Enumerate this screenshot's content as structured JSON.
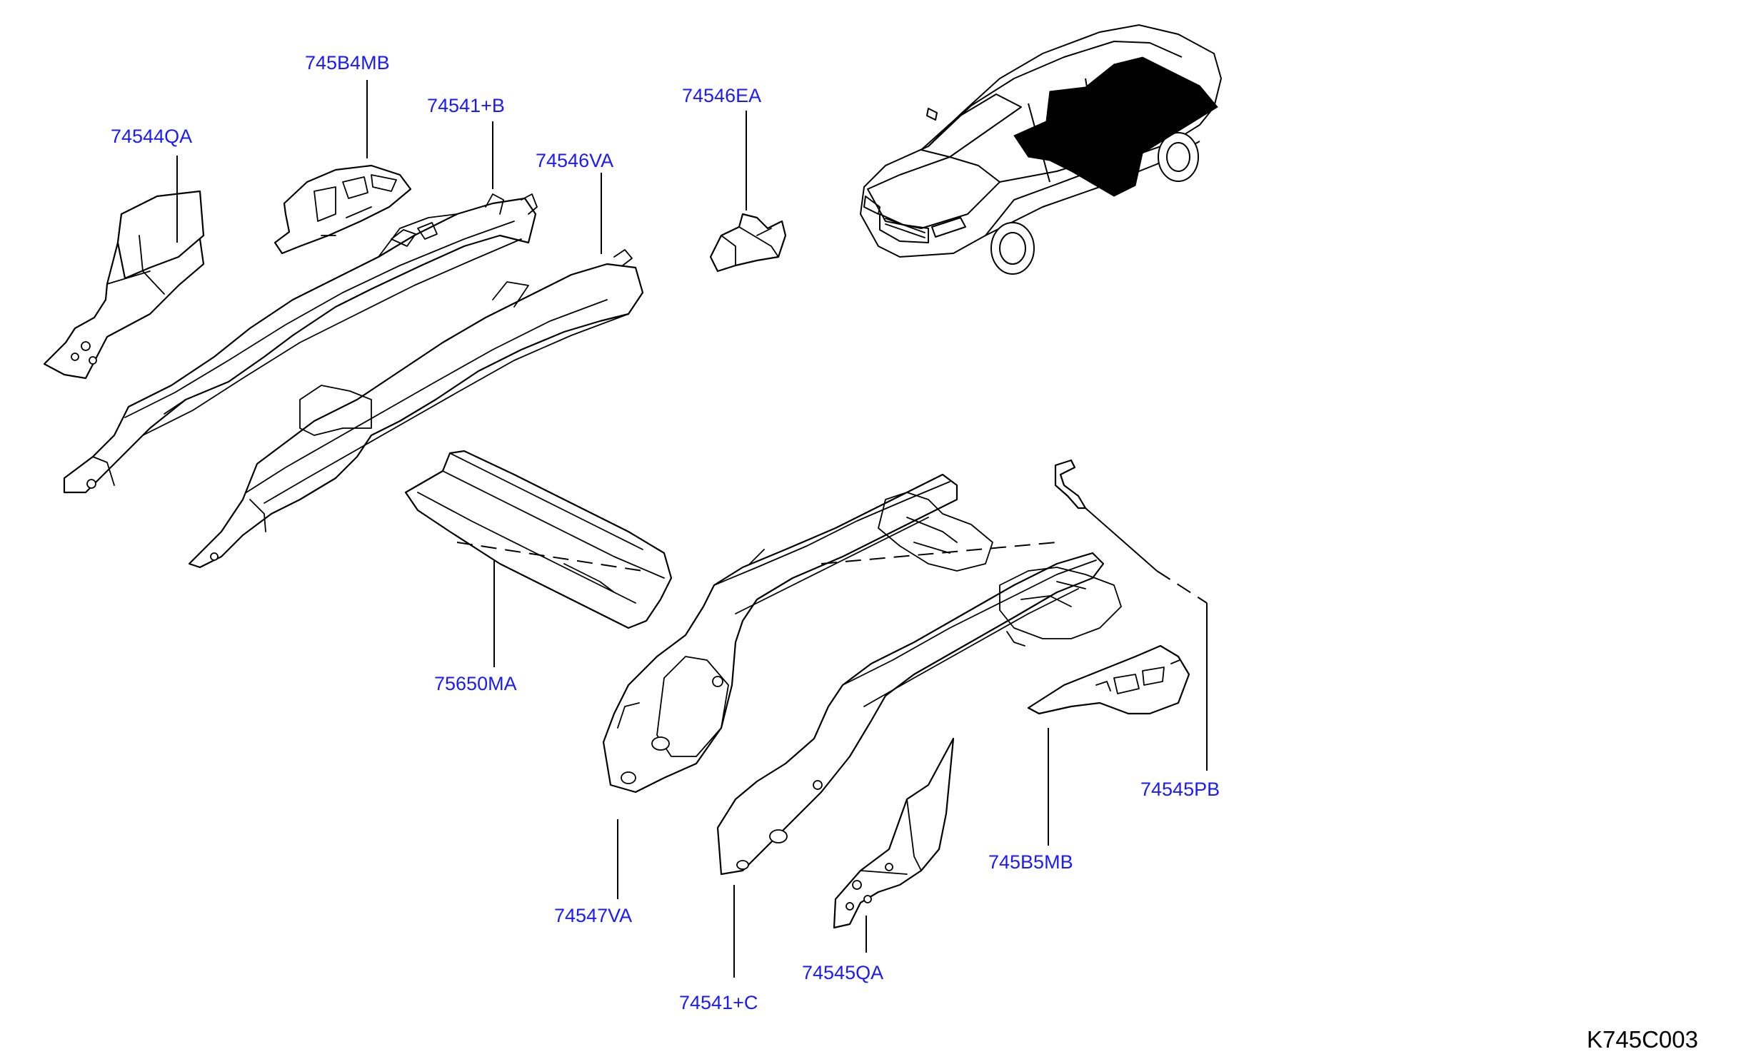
{
  "colors": {
    "callout_text": "#1a1aff",
    "line": "#000000",
    "background": "#ffffff",
    "floor_highlight": "#000000"
  },
  "callouts": {
    "p_74544QA": "74544QA",
    "p_745B4MB": "745B4MB",
    "p_74541B": "74541+B",
    "p_74546VA": "74546VA",
    "p_74546EA": "74546EA",
    "p_75650MA": "75650MA",
    "p_74545PB": "74545PB",
    "p_745B5MB": "745B5MB",
    "p_74547VA": "74547VA",
    "p_74545QA": "74545QA",
    "p_74541C": "74541+C"
  },
  "drawing_code": "K745C003"
}
